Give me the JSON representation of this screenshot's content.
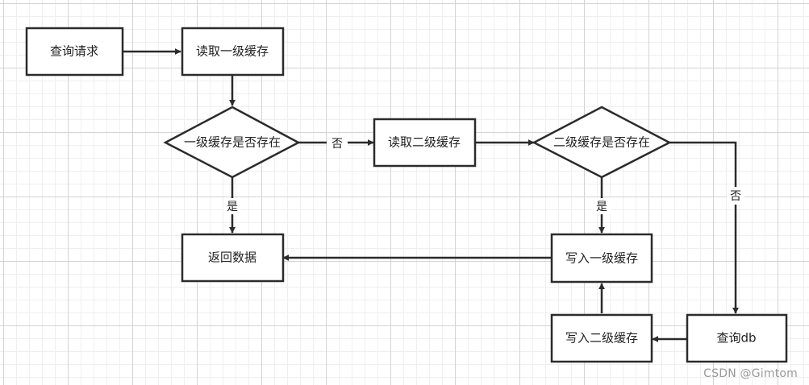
{
  "nodes": {
    "query_request": "查询请求",
    "read_l1": "读取一级缓存",
    "check_l1": "一级缓存是否存在",
    "read_l2": "读取二级缓存",
    "check_l2": "二级缓存是否存在",
    "return_data": "返回数据",
    "write_l1": "写入一级缓存",
    "write_l2": "写入二级缓存",
    "query_db": "查询db"
  },
  "edges": {
    "l1_no": "否",
    "l1_yes": "是",
    "l2_yes": "是",
    "l2_no": "否"
  },
  "watermark": "CSDN @Gimtom",
  "colors": {
    "stroke": "#2b2b2b",
    "text": "#222222",
    "grid": "#d4d4d4"
  }
}
